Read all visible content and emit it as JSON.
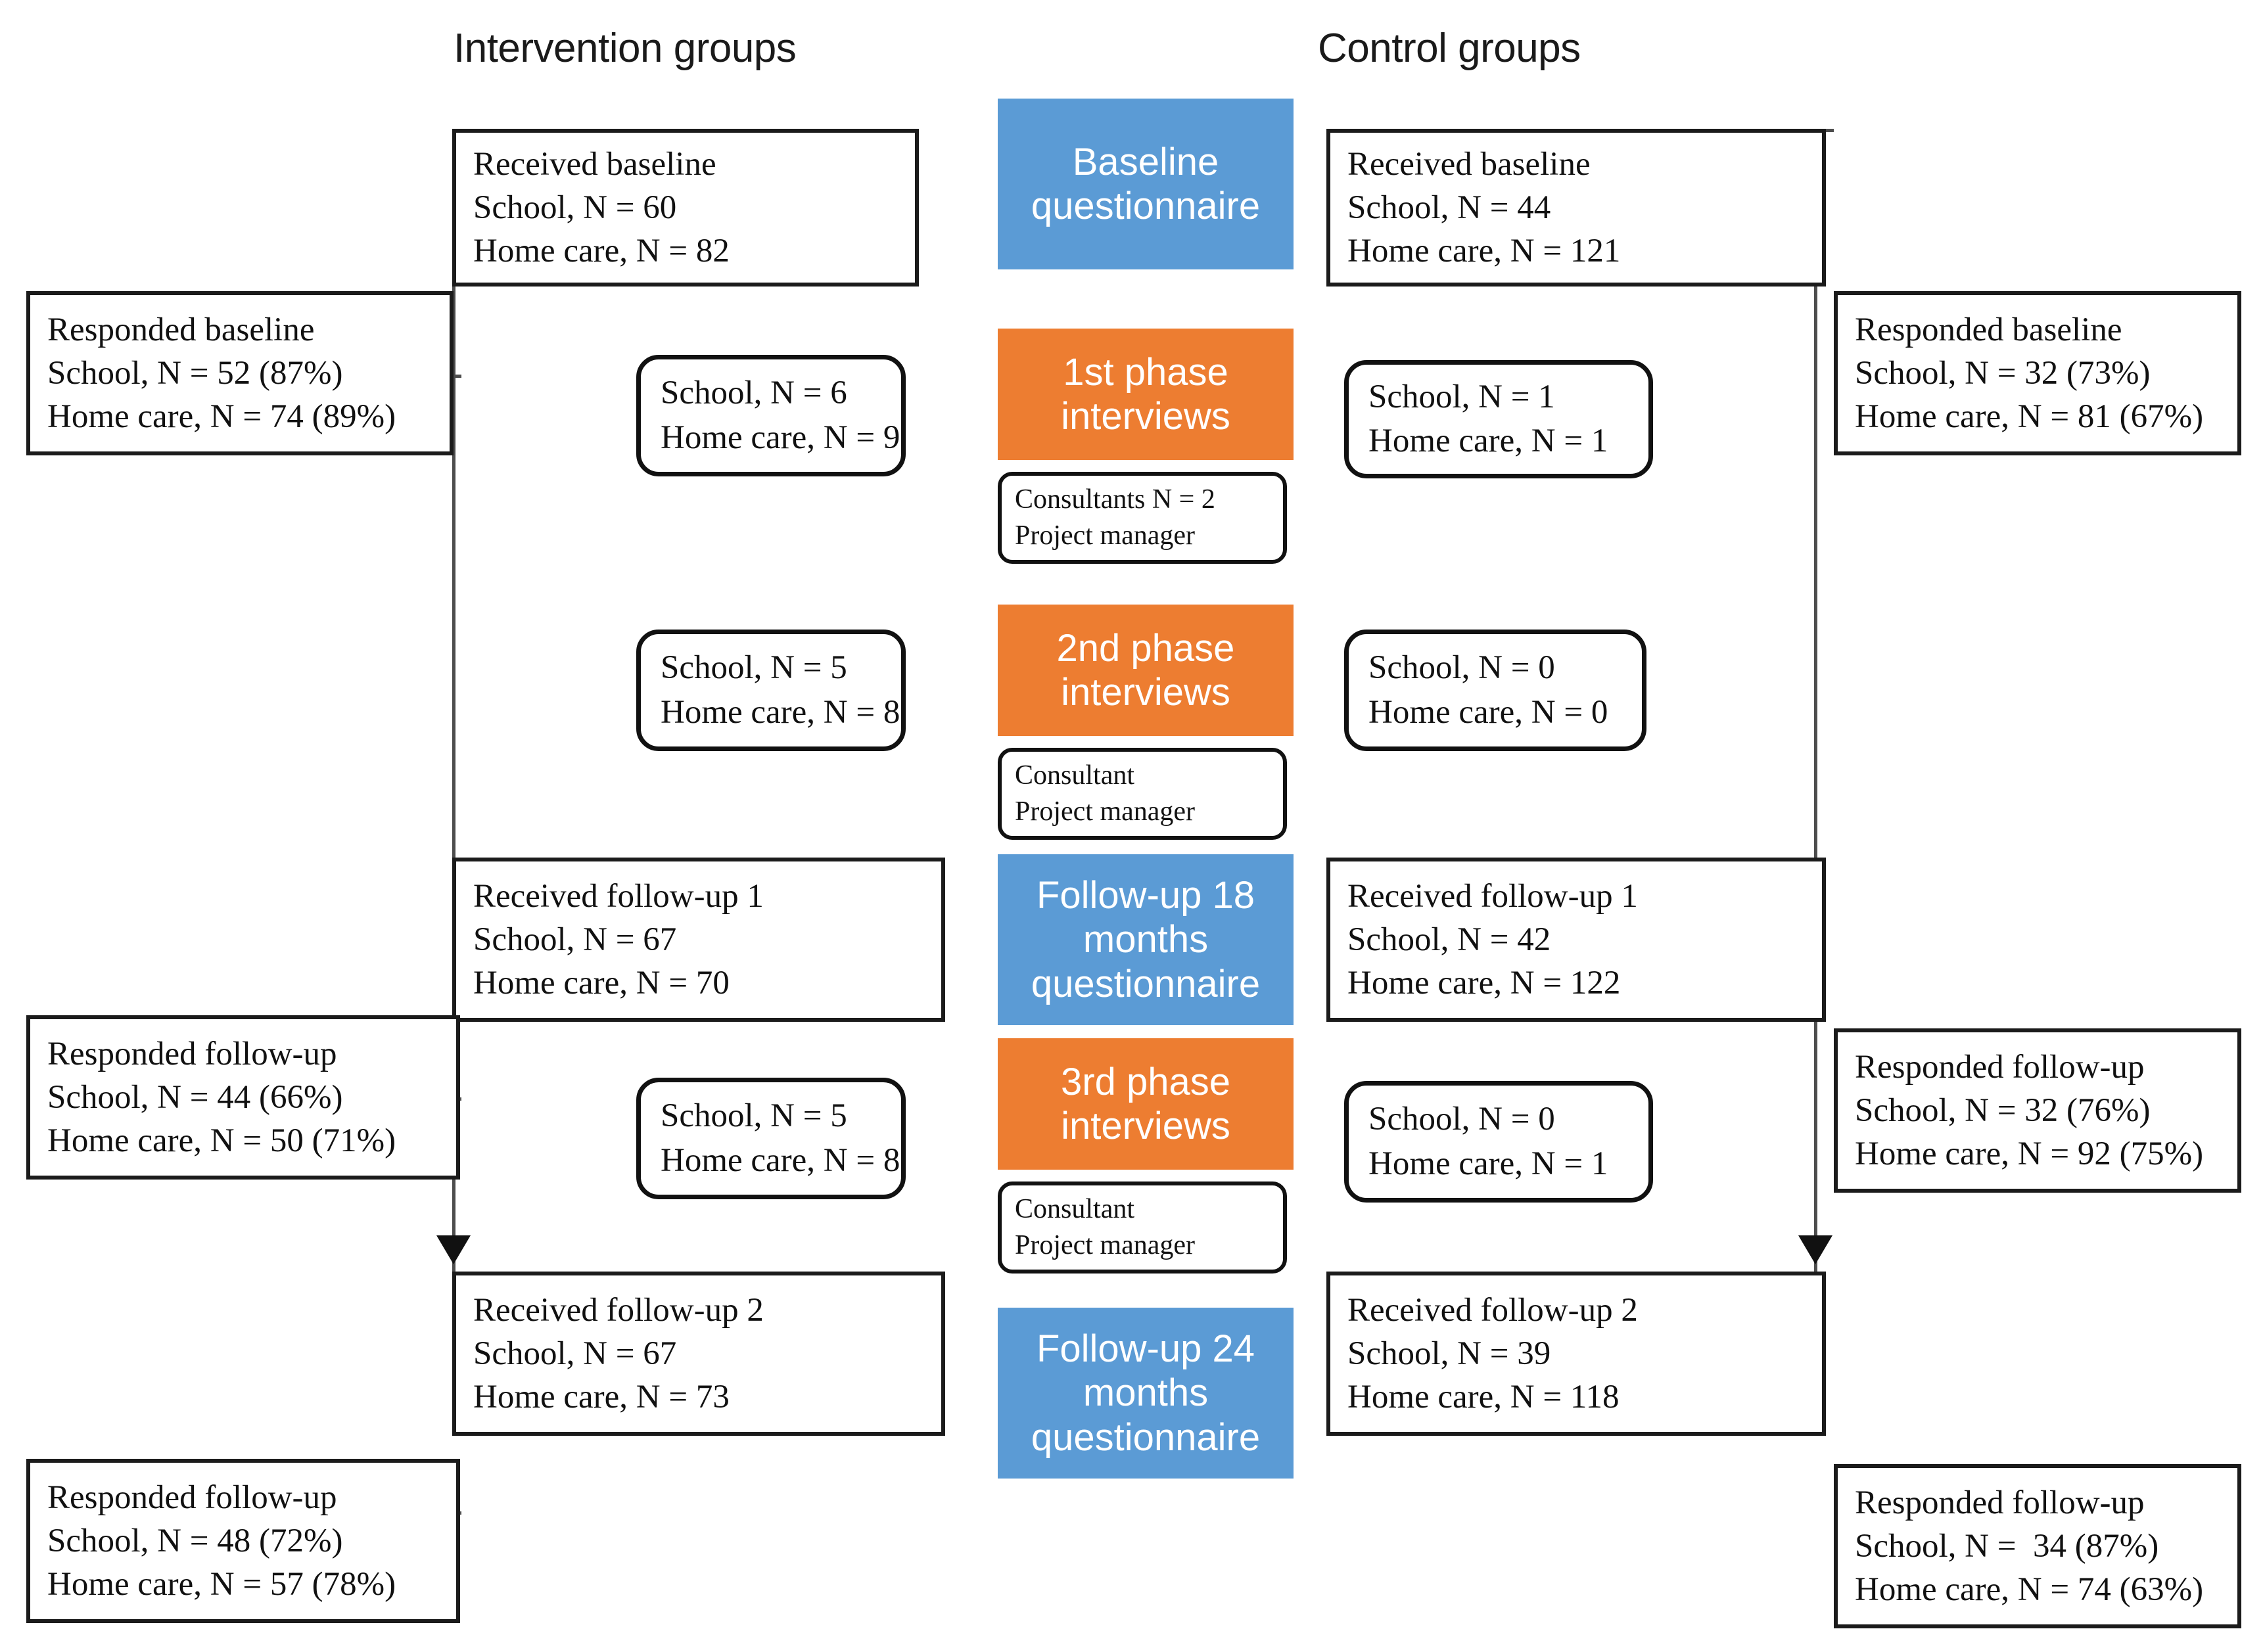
{
  "columns": {
    "intervention_title": "Intervention groups",
    "control_title": "Control groups"
  },
  "colors": {
    "blue": "#5B9BD5",
    "orange": "#ED7D31",
    "box_border": "#1b1b1b",
    "line": "#4d4d4d"
  },
  "stages": [
    {
      "id": "baseline",
      "type": "blue",
      "lines": [
        "Baseline",
        "questionnaire"
      ]
    },
    {
      "id": "phase1",
      "type": "orange",
      "lines": [
        "1st phase",
        "interviews"
      ]
    },
    {
      "id": "phase2",
      "type": "orange",
      "lines": [
        "2nd phase",
        "interviews"
      ]
    },
    {
      "id": "followup18",
      "type": "blue",
      "lines": [
        "Follow-up 18",
        "months",
        "questionnaire"
      ]
    },
    {
      "id": "phase3",
      "type": "orange",
      "lines": [
        "3rd phase",
        "interviews"
      ]
    },
    {
      "id": "followup24",
      "type": "blue",
      "lines": [
        "Follow-up 24",
        "months",
        "questionnaire"
      ]
    }
  ],
  "stage_notes": [
    {
      "id": "phase1_note",
      "lines": [
        "Consultants N = 2",
        "Project manager"
      ]
    },
    {
      "id": "phase2_note",
      "lines": [
        "Consultant",
        "Project manager"
      ]
    },
    {
      "id": "phase3_note",
      "lines": [
        "Consultant",
        "Project manager"
      ]
    }
  ],
  "intervention": {
    "received_baseline": {
      "lines": [
        "Received baseline",
        "School, N = 60",
        "Home care, N = 82"
      ]
    },
    "responded_baseline": {
      "lines": [
        "Responded baseline",
        "School, N = 52 (87%)",
        "Home care, N = 74 (89%)"
      ]
    },
    "phase1_interviews": {
      "lines": [
        "School, N = 6",
        "Home care, N = 9"
      ]
    },
    "phase2_interviews": {
      "lines": [
        "School, N = 5",
        "Home care, N = 8"
      ]
    },
    "received_followup1": {
      "lines": [
        "Received follow-up 1",
        "School, N = 67",
        "Home care, N = 70"
      ]
    },
    "responded_followup1": {
      "lines": [
        "Responded follow-up",
        "School, N = 44 (66%)",
        "Home care, N = 50 (71%)"
      ]
    },
    "phase3_interviews": {
      "lines": [
        "School, N = 5",
        "Home care, N = 8"
      ]
    },
    "received_followup2": {
      "lines": [
        "Received follow-up 2",
        "School, N = 67",
        "Home care, N = 73"
      ]
    },
    "responded_followup2": {
      "lines": [
        "Responded follow-up",
        "School, N = 48 (72%)",
        "Home care, N = 57 (78%)"
      ]
    }
  },
  "control": {
    "received_baseline": {
      "lines": [
        "Received baseline",
        "School, N = 44",
        "Home care, N = 121"
      ]
    },
    "responded_baseline": {
      "lines": [
        "Responded baseline",
        "School, N = 32 (73%)",
        "Home care, N = 81 (67%)"
      ]
    },
    "phase1_interviews": {
      "lines": [
        "School, N = 1",
        "Home care, N = 1"
      ]
    },
    "phase2_interviews": {
      "lines": [
        "School, N = 0",
        "Home care, N = 0"
      ]
    },
    "received_followup1": {
      "lines": [
        "Received follow-up 1",
        "School, N = 42",
        "Home care, N = 122"
      ]
    },
    "responded_followup1": {
      "lines": [
        "Responded follow-up",
        "School, N = 32 (76%)",
        "Home care, N = 92 (75%)"
      ]
    },
    "phase3_interviews": {
      "lines": [
        "School, N = 0",
        "Home care, N = 1"
      ]
    },
    "received_followup2": {
      "lines": [
        "Received follow-up 2",
        "School, N = 39",
        "Home care, N = 118"
      ]
    },
    "responded_followup2": {
      "lines": [
        "Responded follow-up",
        "School, N =  34 (87%)",
        "Home care, N = 74 (63%)"
      ]
    }
  }
}
